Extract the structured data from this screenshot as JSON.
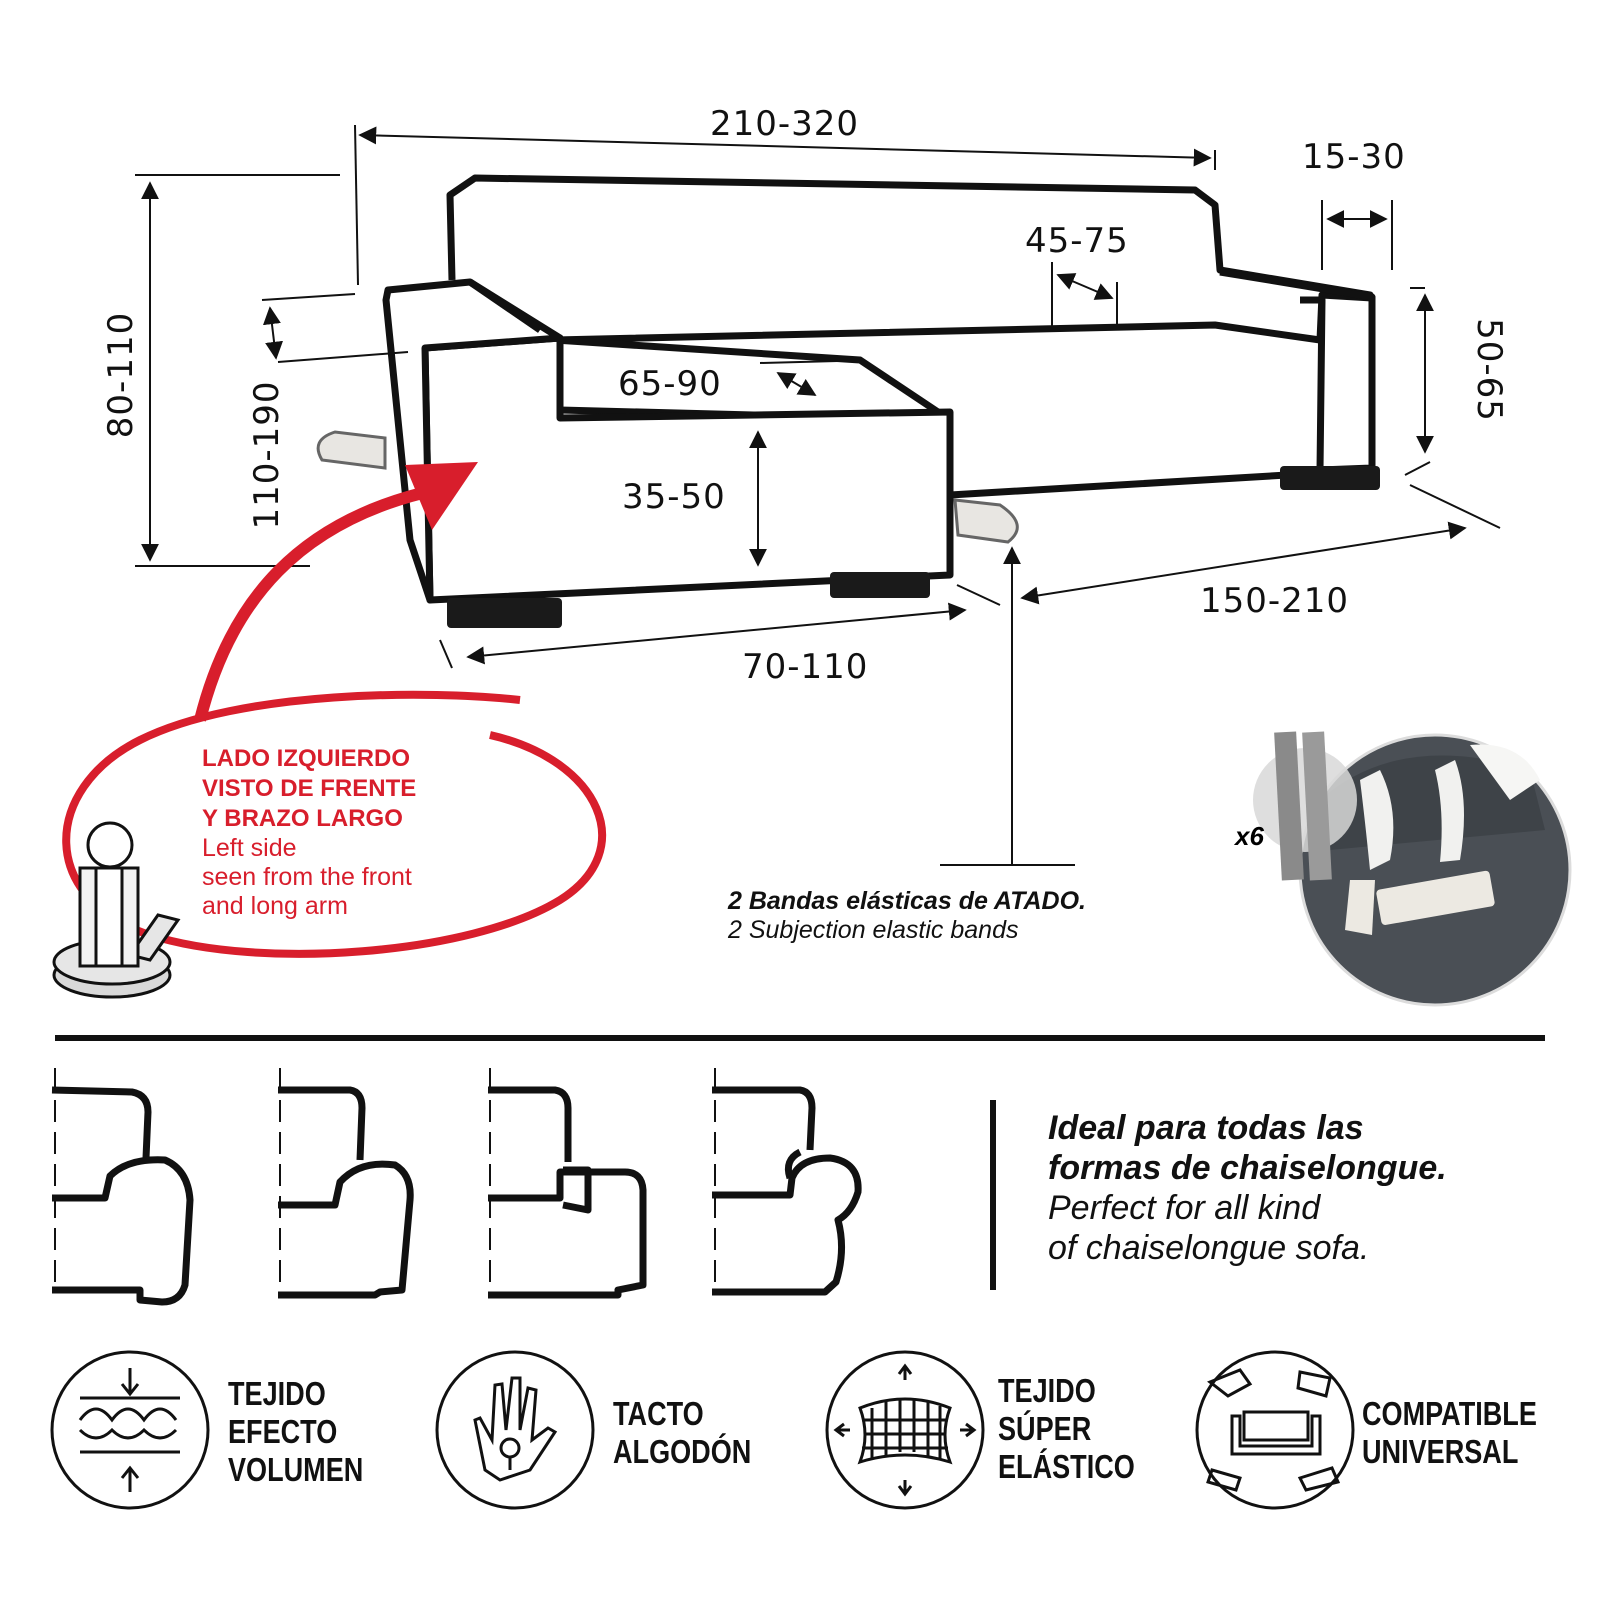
{
  "dimensions": {
    "width_total": "210-320",
    "arm_width": "15-30",
    "back_depth": "45-75",
    "height_total": "80-110",
    "arm_height": "50-65",
    "chaise_length": "110-190",
    "seat_depth": "65-90",
    "seat_height": "35-50",
    "chaise_width": "70-110",
    "sofa_front": "150-210"
  },
  "orientation_note": {
    "es_line1": "LADO IZQUIERDO",
    "es_line2": "VISTO DE FRENTE",
    "es_line3": "Y BRAZO LARGO",
    "en_line1": "Left side",
    "en_line2": "seen from the front",
    "en_line3": "and long arm"
  },
  "bands_note": {
    "es": "2 Bandas elásticas de ATADO.",
    "en": "2 Subjection elastic bands"
  },
  "foam_count": "x6",
  "compatibility_note": {
    "es_line1": "Ideal para todas las",
    "es_line2": "formas de chaiselongue.",
    "en_line1": "Perfect for all kind",
    "en_line2": "of chaiselongue sofa."
  },
  "features": [
    {
      "icon": "fabric-volume-icon",
      "line1": "TEJIDO",
      "line2": "EFECTO",
      "line3": "VOLUMEN"
    },
    {
      "icon": "cotton-hand-icon",
      "line1": "TACTO",
      "line2": "ALGODÓN"
    },
    {
      "icon": "stretch-fabric-icon",
      "line1": "TEJIDO",
      "line2": "SÚPER",
      "line3": "ELÁSTICO"
    },
    {
      "icon": "universal-sofa-icon",
      "line1": "COMPATIBLE",
      "line2": "UNIVERSAL"
    }
  ],
  "colors": {
    "accent_red": "#d81e2c",
    "ink": "#111111",
    "fabric_gray": "#4a4f55"
  }
}
